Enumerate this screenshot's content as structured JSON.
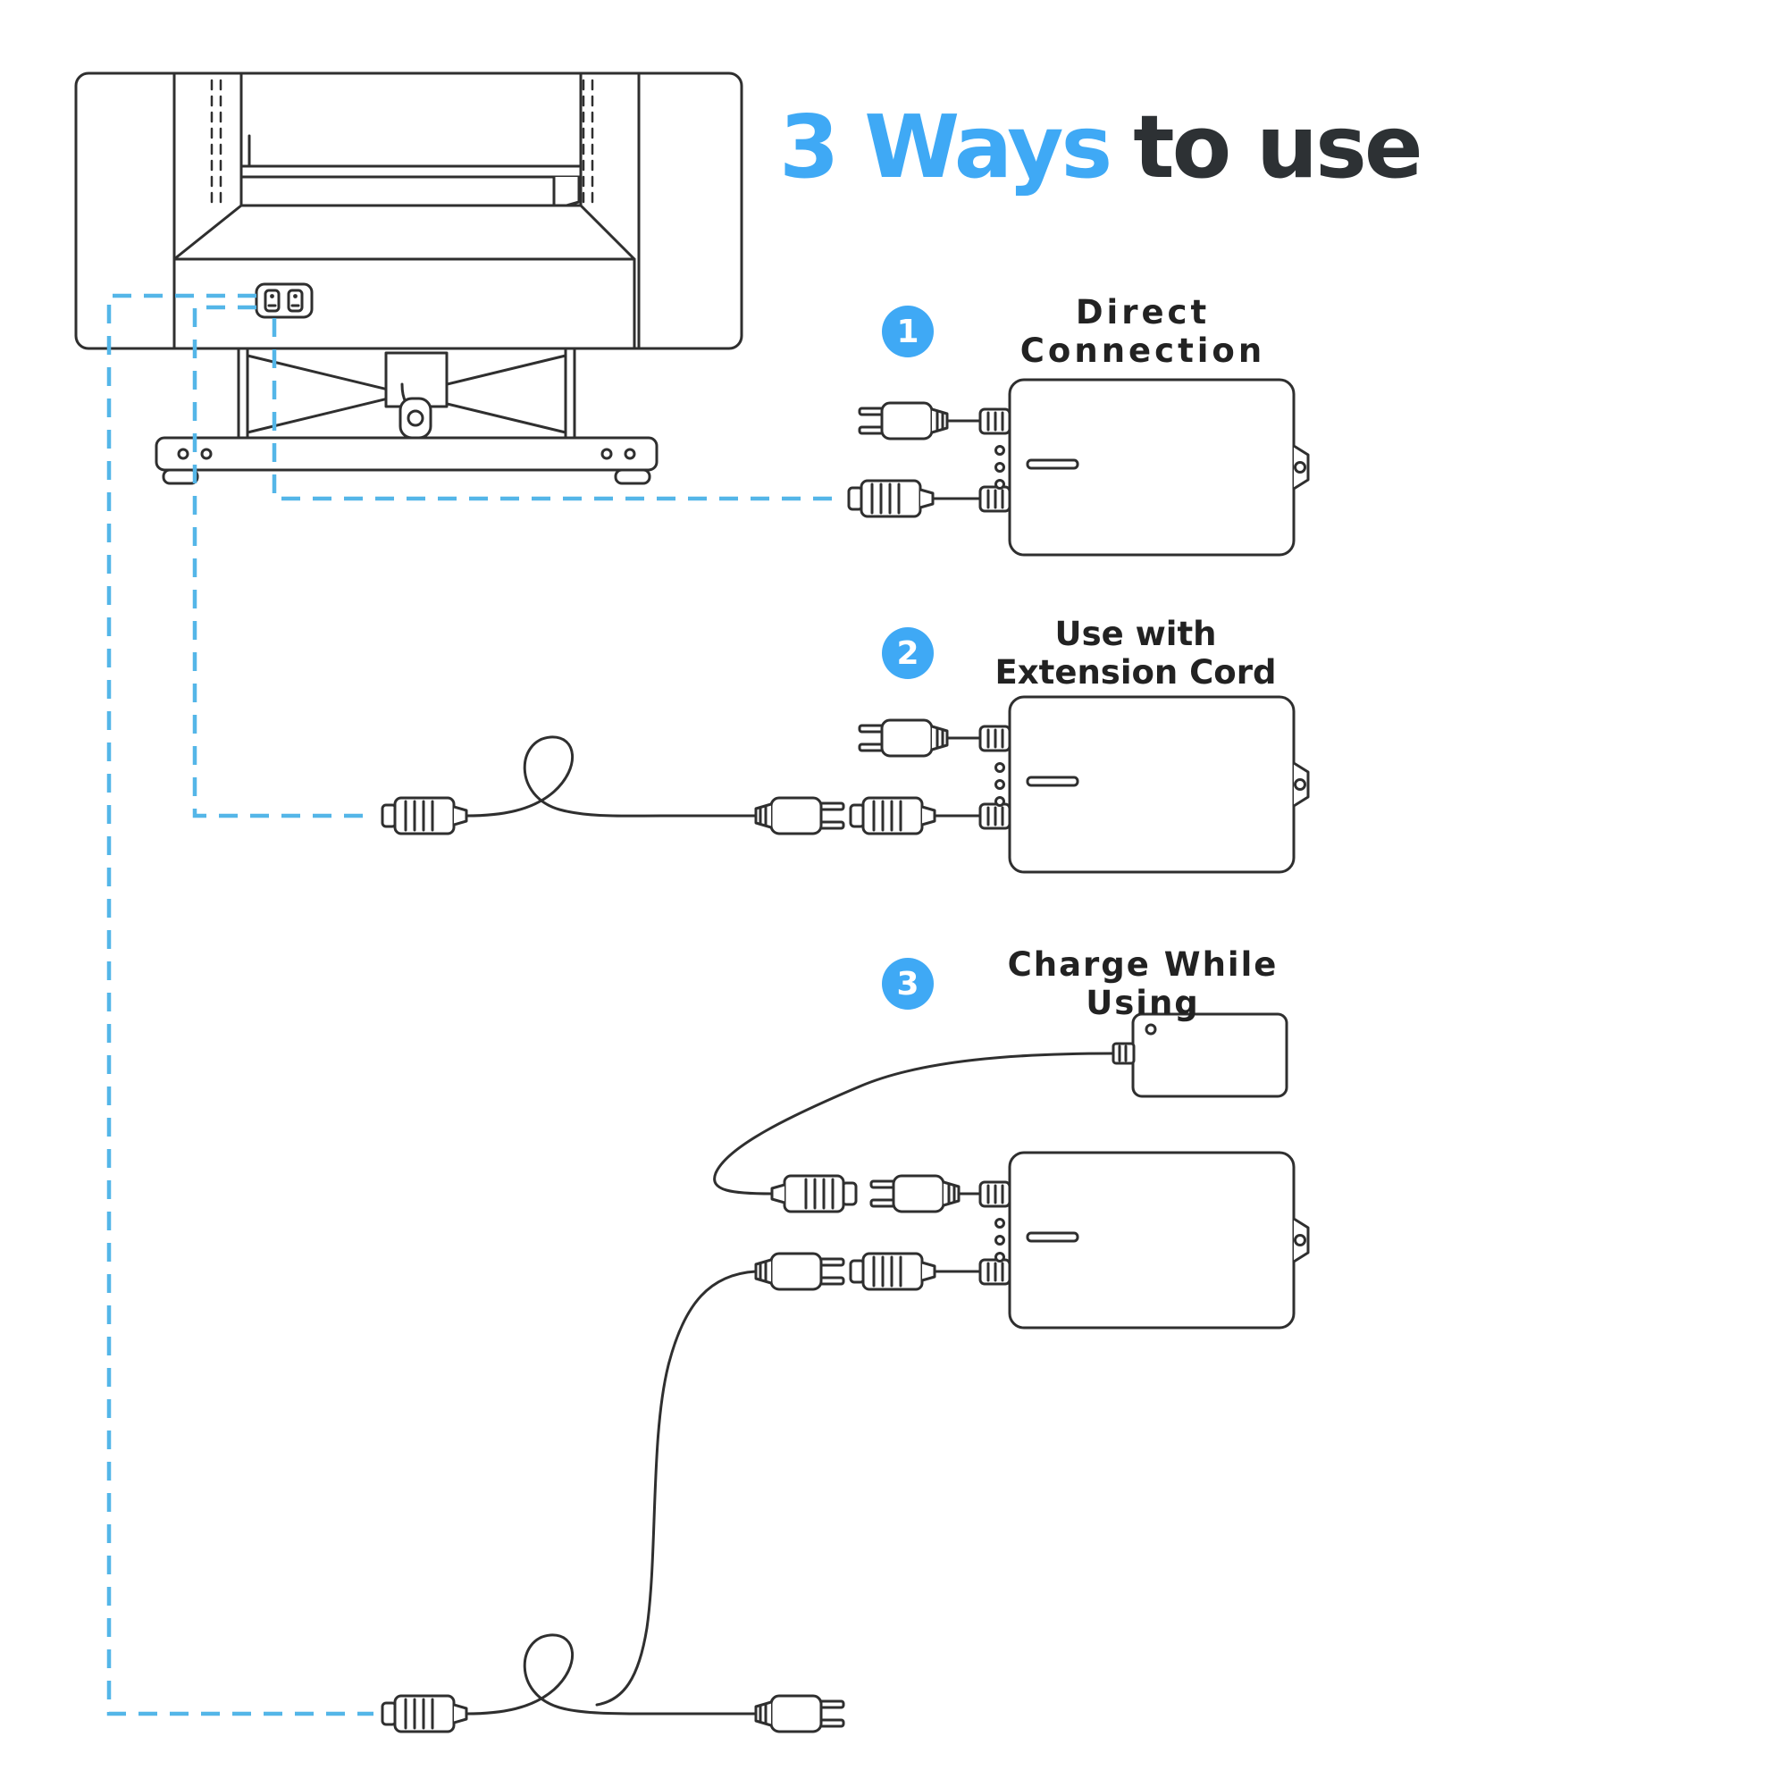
{
  "title": {
    "highlight": "3 Ways",
    "rest": "to use"
  },
  "sections": [
    {
      "number": "1",
      "label": "Direct Connection"
    },
    {
      "number": "2",
      "label": "Use with Extension Cord"
    },
    {
      "number": "3",
      "label": "Charge While Using"
    }
  ],
  "colors": {
    "accent_blue": "#3fa9f5",
    "dashed_blue": "#54b6e8",
    "line_dark": "#2f2f2f"
  }
}
